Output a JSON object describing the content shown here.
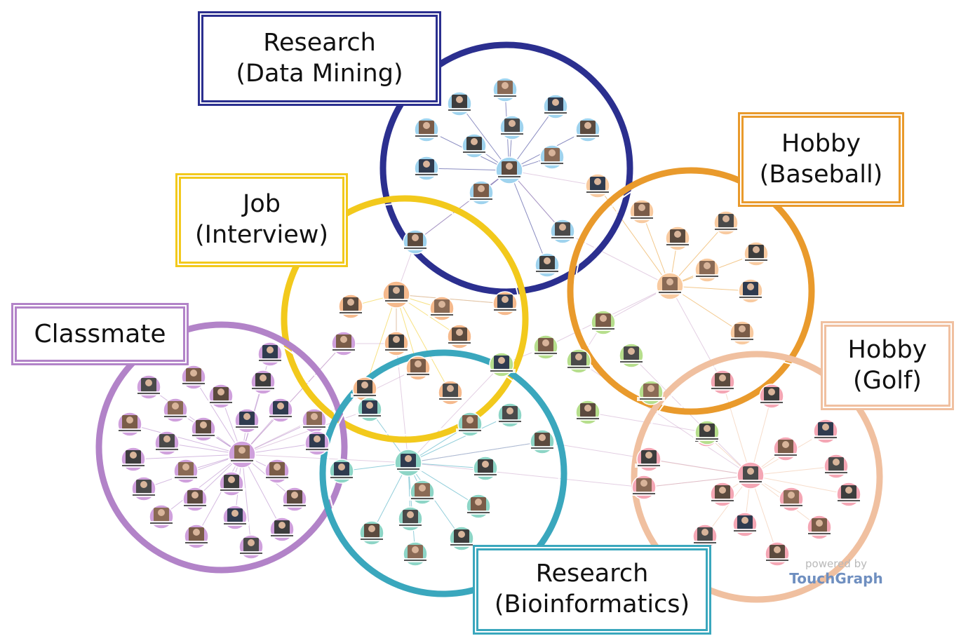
{
  "groups": [
    {
      "id": "research-data-mining",
      "label_lines": [
        "Research",
        "(Data Mining)"
      ],
      "color": "#2b2f8f",
      "node_color": "#9fd3ee"
    },
    {
      "id": "hobby-baseball",
      "label_lines": [
        "Hobby",
        "(Baseball)"
      ],
      "color": "#e99a2c",
      "node_color": "#f8caa0"
    },
    {
      "id": "job-interview",
      "label_lines": [
        "Job",
        "(Interview)"
      ],
      "color": "#f2c91c",
      "node_color": "#f5b98c"
    },
    {
      "id": "classmate",
      "label_lines": [
        "Classmate"
      ],
      "color": "#b283c8",
      "node_color": "#cfa0dc"
    },
    {
      "id": "hobby-golf",
      "label_lines": [
        "Hobby",
        "(Golf)"
      ],
      "color": "#f0c0a0",
      "node_color": "#f4a6b4"
    },
    {
      "id": "research-bioinformatics",
      "label_lines": [
        "Research",
        "(Bioinformatics)"
      ],
      "color": "#3aa7bd",
      "node_color": "#8dd5c6"
    }
  ],
  "bridge_color": "#b6de8c",
  "watermark": {
    "line1": "powered by",
    "line2": "TouchGraph"
  }
}
